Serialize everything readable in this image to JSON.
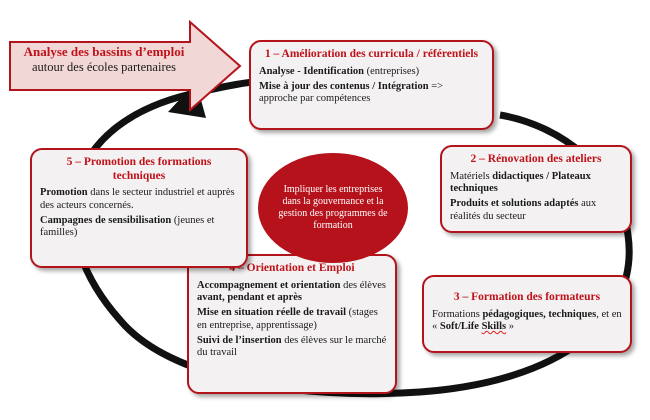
{
  "arrow": {
    "line1": "Analyse des bassins d’emploi",
    "line2": "autour des écoles partenaires"
  },
  "center": "Impliquer les entreprises dans la gouvernance et la gestion des programmes de formation",
  "box1": {
    "title": "1 – Amélioration des curricula / référentiels",
    "p1_b": "Analyse - Identification",
    "p1_t": " (entreprises)",
    "p2_b": "Mise à jour des contenus / Intégration",
    "p2_t": "  => approche par compétences"
  },
  "box2": {
    "title": "2 – Rénovation des ateliers",
    "p1_t": "Matériels ",
    "p1_b": "didactiques / Plateaux techniques",
    "p2_b": "Produits et solutions adaptés",
    "p2_t": " aux réalités du secteur"
  },
  "box3": {
    "title": "3 – Formation des formateurs",
    "p1_t1": "Formations ",
    "p1_b1": "pédagogiques, techniques",
    "p1_t2": ", et en « ",
    "p1_b2": "Soft/Life",
    "p1_sp": " ",
    "p1_b3": "Skills",
    "p1_t3": " »"
  },
  "box4": {
    "title": "4 – Orientation et Emploi",
    "p1_b": "Accompagnement et orientation",
    "p1_t": " des élèves ",
    "p1_b2": "avant, pendant et après",
    "p2_b": "Mise en situation réelle de travail",
    "p2_t": " (stages en entreprise,  apprentissage)",
    "p3_b": "Suivi de l’insertion",
    "p3_t": " des élèves sur le marché du travail"
  },
  "box5": {
    "title": "5 – Promotion des formations techniques",
    "p1_b": "Promotion",
    "p1_t": " dans le secteur industriel  et auprès des acteurs concernés.",
    "p2_b": "Campagnes de sensibilisation",
    "p2_t": " (jeunes et familles)"
  },
  "colors": {
    "accent": "#c0121a",
    "arrow_fill": "#f2d7d7",
    "center_fill": "#b5121b",
    "cycle": "#111111"
  }
}
